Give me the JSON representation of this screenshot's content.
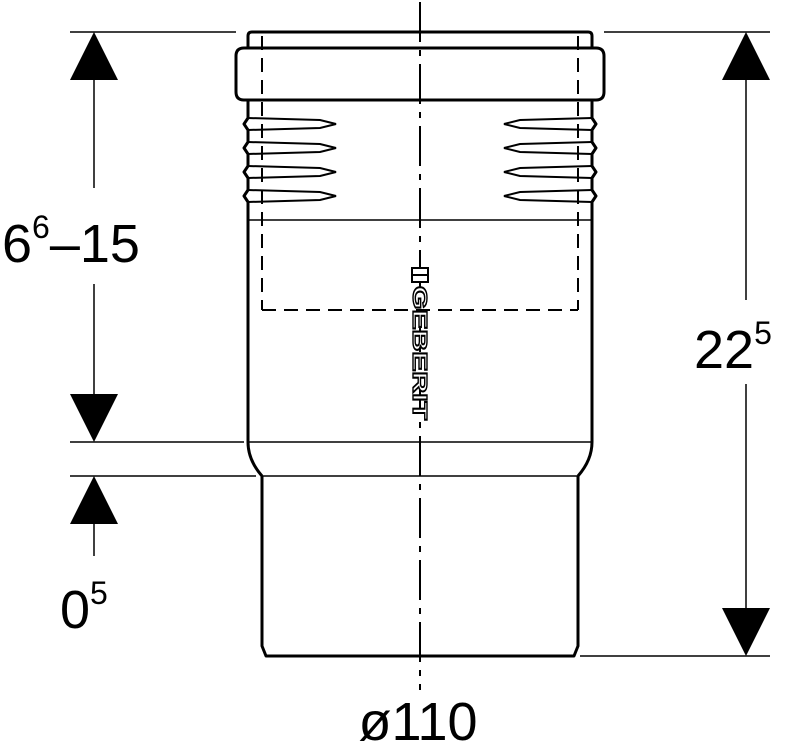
{
  "dimensions": {
    "left_upper": {
      "base": "6",
      "sup": "6",
      "rest": "–15"
    },
    "left_lower": {
      "base": "0",
      "sup": "5"
    },
    "right": {
      "base": "22",
      "sup": "5"
    },
    "bottom": {
      "label": "ø110"
    }
  },
  "brand": {
    "name": "GEBERIT"
  },
  "colors": {
    "line": "#000000",
    "background": "#ffffff"
  }
}
